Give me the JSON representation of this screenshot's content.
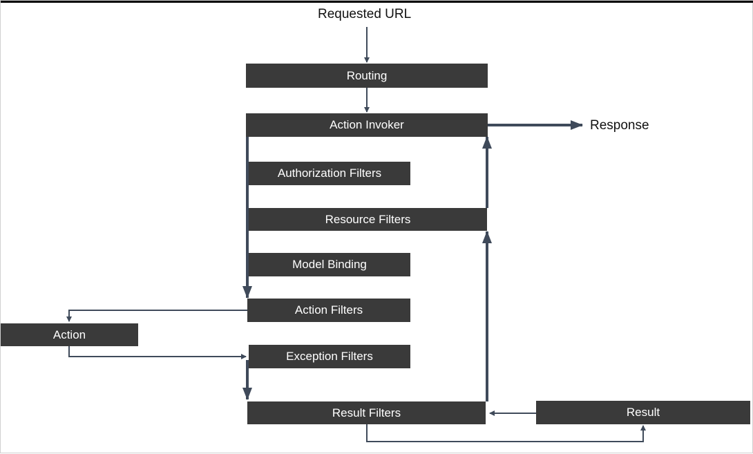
{
  "diagram": {
    "title": "Requested URL",
    "response_label": "Response",
    "boxes": {
      "routing": "Routing",
      "action_invoker": "Action Invoker",
      "authorization_filters": "Authorization Filters",
      "resource_filters": "Resource Filters",
      "model_binding": "Model Binding",
      "action_filters": "Action Filters",
      "action": "Action",
      "exception_filters": "Exception Filters",
      "result_filters": "Result Filters",
      "result": "Result"
    },
    "colors": {
      "box_fill": "#3a3a3a",
      "box_text": "#ffffff",
      "arrow": "#3f4a5a",
      "background": "#ffffff"
    }
  }
}
